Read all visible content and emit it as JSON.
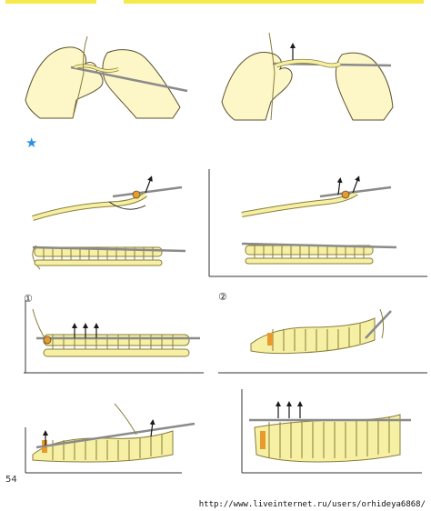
{
  "page": {
    "page_number": "54",
    "step_labels": {
      "one": "①",
      "two": "②"
    },
    "star_marker": "★",
    "url_caption": "http://www.liveinternet.ru/users/orhideya6868/"
  },
  "colors": {
    "yarn": "#f6f0a4",
    "yarn_outline": "#8a7d3a",
    "skin": "#fdf7c8",
    "skin_outline": "#5a5030",
    "hook": "#8a8a8a",
    "arrow": "#1a1a1a",
    "highlight": "#e89a2c",
    "star": "#2a8fe0",
    "top_bar": "#f6e94a"
  },
  "icons": {
    "star": "star-icon",
    "arrow": "arrow-up-icon",
    "hook": "crochet-hook-icon",
    "hand": "hand-icon"
  }
}
